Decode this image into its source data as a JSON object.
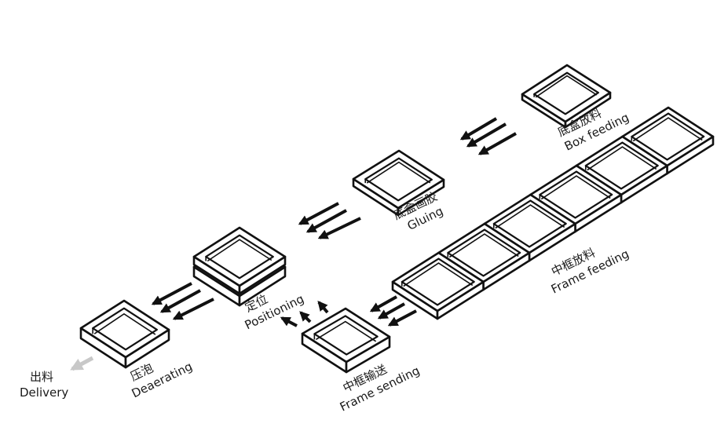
{
  "stations": {
    "box_feeding": {
      "cn": "底盒放料",
      "en": "Box feeding"
    },
    "gluing": {
      "cn": "底盒画胶",
      "en": "Gluing"
    },
    "frame_feeding": {
      "cn": "中框放料",
      "en": "Frame feeding"
    },
    "positioning": {
      "cn": "定位",
      "en": "Positioning"
    },
    "frame_sending": {
      "cn": "中框输送",
      "en": "Frame  sending"
    },
    "deaerating": {
      "cn": "压泡",
      "en": "Deaerating"
    },
    "delivery": {
      "cn": "出料",
      "en": "Delivery"
    }
  },
  "colors": {
    "line": "#111111",
    "fill": "#ffffff",
    "arrow_light": "#c8c8c8"
  }
}
